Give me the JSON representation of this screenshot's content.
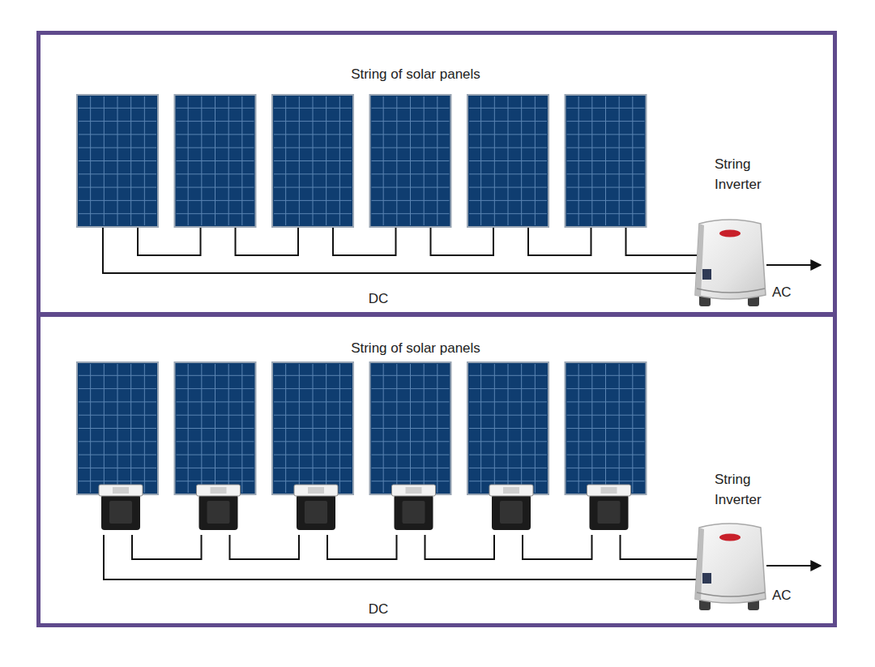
{
  "diagram": {
    "nodes": [
      {
        "text": [
          "String of solar panels",
          "String Inverter",
          "DC",
          "AC"
        ]
      },
      {
        "text": [
          "String of solar panels",
          "String Inverter",
          "DC",
          "AC"
        ]
      }
    ]
  }
}
